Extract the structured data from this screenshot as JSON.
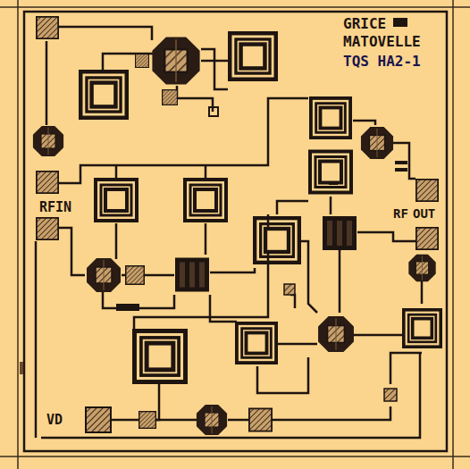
{
  "diagram": {
    "labels": [
      "GRICE",
      "MATOVELLE",
      "TQS HA2-1",
      "RFIN",
      "RF",
      "OUT",
      "VD"
    ]
  }
}
